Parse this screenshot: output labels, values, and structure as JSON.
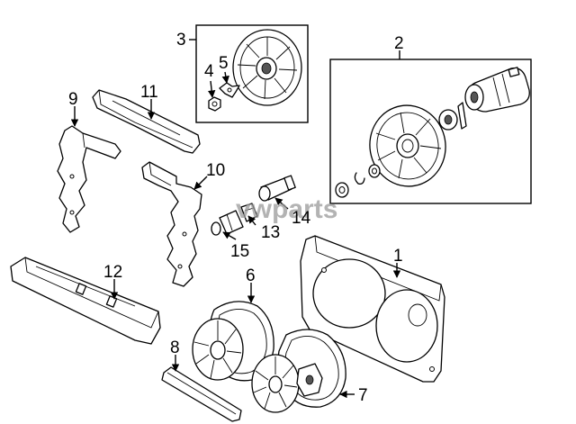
{
  "watermark": "vwparts",
  "callouts": {
    "c1": "1",
    "c2": "2",
    "c3": "3",
    "c4": "4",
    "c5": "5",
    "c6": "6",
    "c7": "7",
    "c8": "8",
    "c9": "9",
    "c10": "10",
    "c11": "11",
    "c12": "12",
    "c13": "13",
    "c14": "14",
    "c15": "15"
  }
}
